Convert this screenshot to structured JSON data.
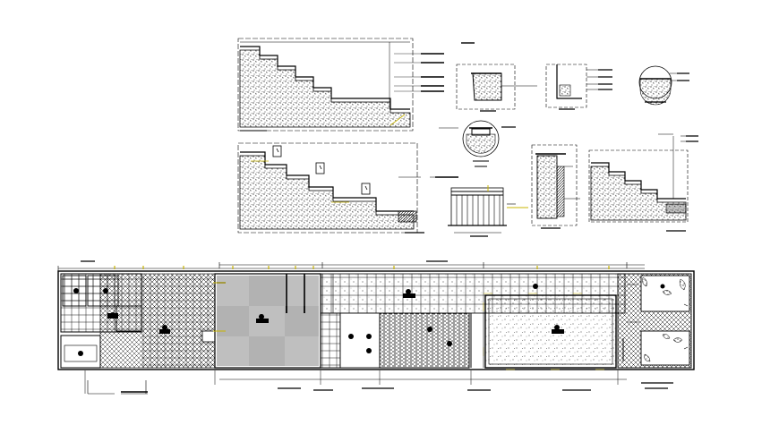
{
  "drawing": {
    "background": "#ffffff",
    "ink": "#000000",
    "accent": "#c8b400",
    "details": [
      {
        "id": "stair-section-1",
        "kind": "section",
        "steps": 5
      },
      {
        "id": "stair-section-2",
        "kind": "section",
        "steps": 4
      },
      {
        "id": "plinth-detail",
        "kind": "detail"
      },
      {
        "id": "nosing-detail",
        "kind": "detail"
      },
      {
        "id": "round-callout",
        "kind": "callout"
      },
      {
        "id": "circle-detail",
        "kind": "callout"
      },
      {
        "id": "railing-elevation",
        "kind": "elevation"
      },
      {
        "id": "wall-section",
        "kind": "section"
      },
      {
        "id": "stair-section-3",
        "kind": "section",
        "steps": 4
      }
    ],
    "floor_plan": {
      "zones": [
        {
          "id": "wet-area",
          "pattern": "grid-tiles"
        },
        {
          "id": "lattice-floor",
          "pattern": "lattice"
        },
        {
          "id": "parquet-floor",
          "pattern": "parquet"
        },
        {
          "id": "tile-strip",
          "pattern": "grid-tiles"
        },
        {
          "id": "hatched-deck",
          "pattern": "hatch"
        },
        {
          "id": "pool",
          "pattern": "stipple"
        },
        {
          "id": "garden",
          "pattern": "planting"
        }
      ]
    }
  }
}
